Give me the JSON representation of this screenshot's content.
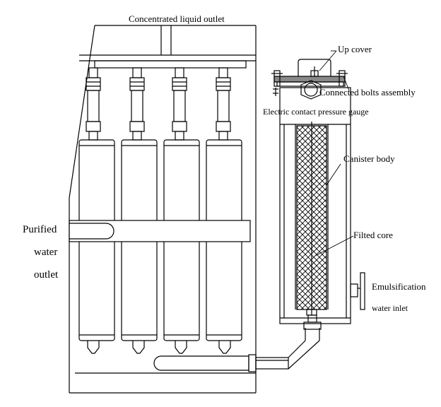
{
  "diagram": {
    "labels": {
      "concentrated_outlet": "Concentrated liquid outlet",
      "up_cover": "Up cover",
      "bolts": "Connected bolts assembly",
      "gauge": "Electric contact pressure gauge",
      "canister_body": "Canister body",
      "filted_core": "Filted core",
      "emulsification_1": "Emulsification",
      "emulsification_2": "water inlet",
      "purified_1": "Purified",
      "purified_2": "water",
      "purified_3": "outlet"
    }
  }
}
